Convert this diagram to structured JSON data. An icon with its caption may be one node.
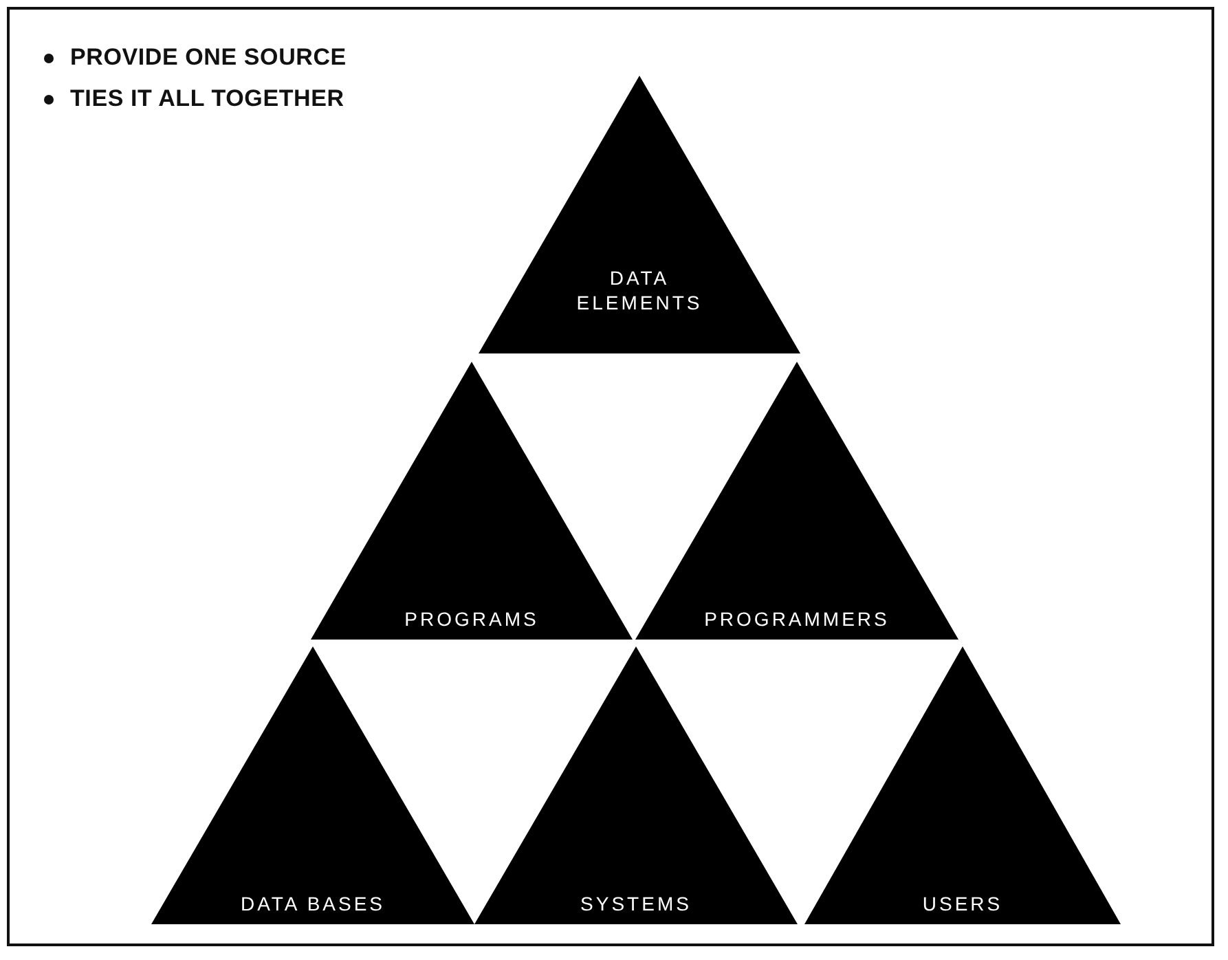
{
  "diagram": {
    "nodes": [
      {
        "text": [
          "DATA ELEMENTS"
        ]
      },
      {
        "text": [
          "PROGRAMS"
        ]
      },
      {
        "text": [
          "PROGRAMMERS"
        ]
      },
      {
        "text": [
          "DATA BASES"
        ]
      },
      {
        "text": [
          "SYSTEMS"
        ]
      },
      {
        "text": [
          "USERS"
        ]
      }
    ],
    "labels": [
      "PROVIDE ONE SOURCE",
      "TIES IT ALL TOGETHER"
    ]
  }
}
